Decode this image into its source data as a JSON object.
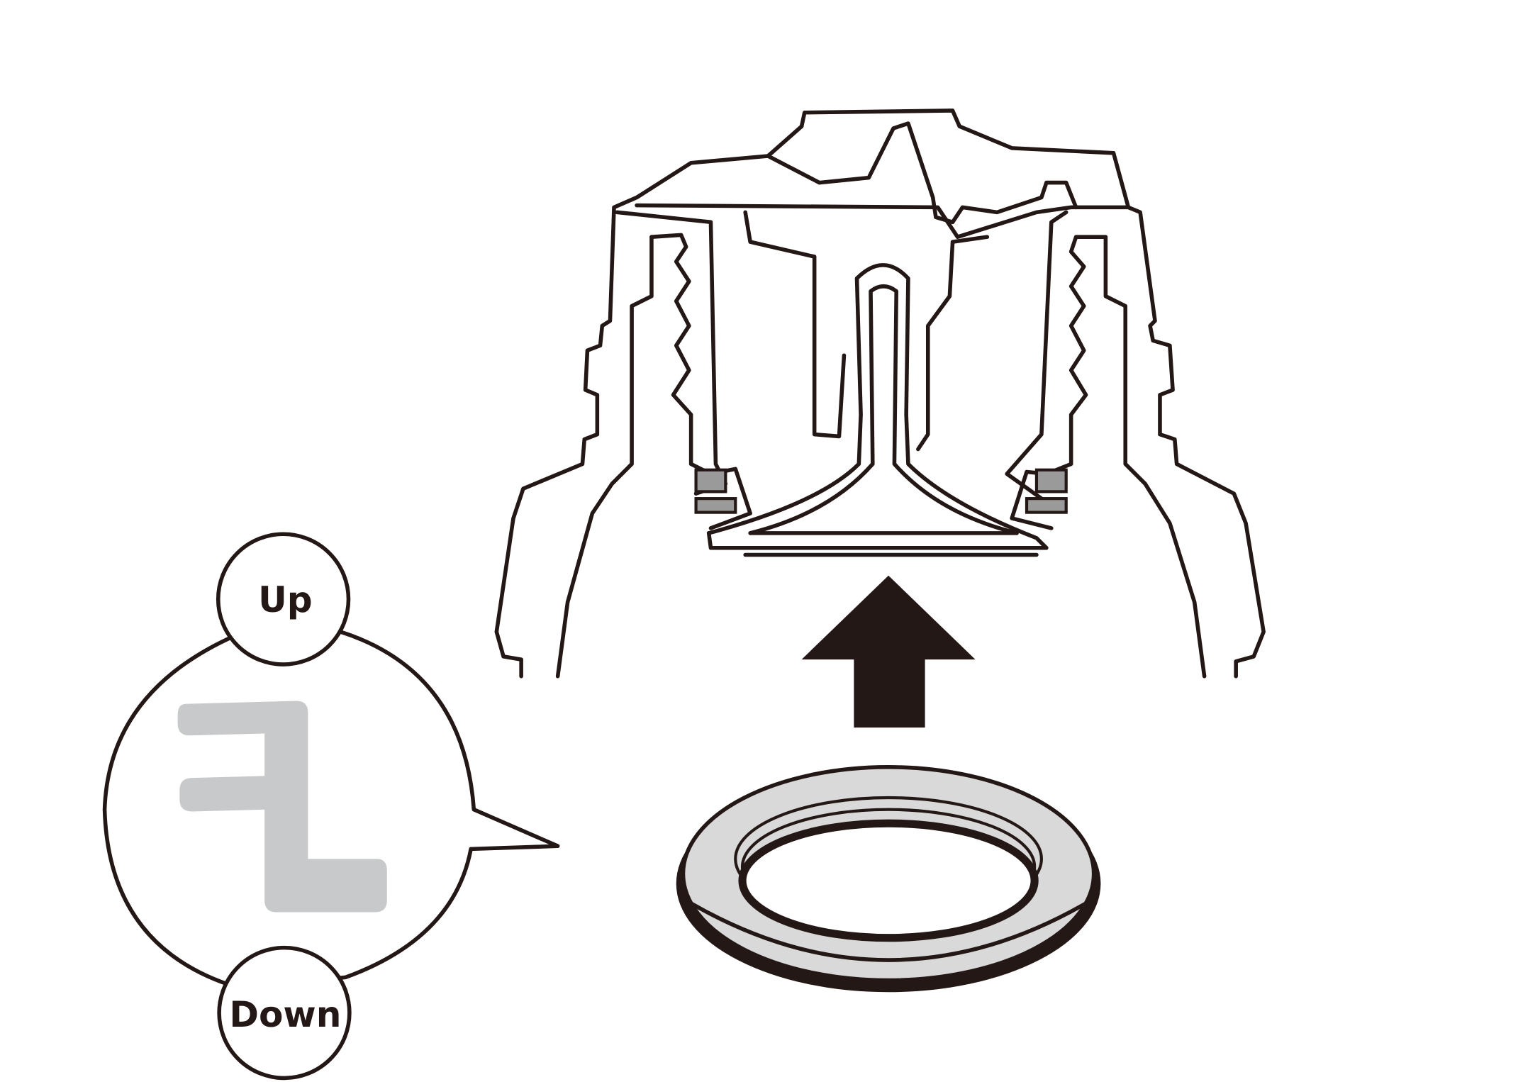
{
  "diagram": {
    "labels": {
      "up": "Up",
      "down": "Down"
    },
    "colors": {
      "line": "#231815",
      "gasket_fill": "#d9d9d9",
      "marker_gray": "#c8c9ca",
      "seal_gray": "#9a9a9a"
    },
    "icons": [
      "cap-cross-section",
      "up-arrow-icon",
      "gasket-ring",
      "speech-bubble",
      "orientation-marker-icon"
    ]
  }
}
